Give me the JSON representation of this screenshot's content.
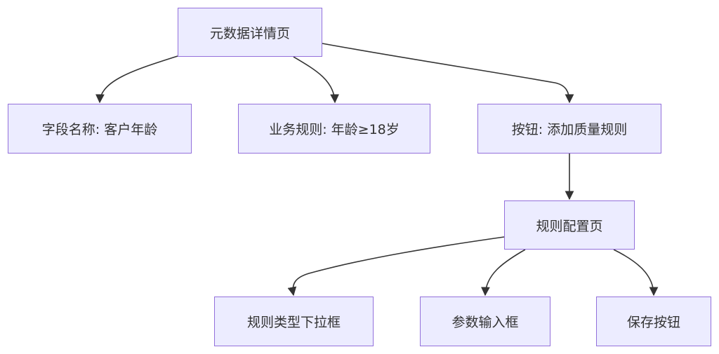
{
  "diagram": {
    "nodes": {
      "root": "元数据详情页",
      "field": "字段名称: 客户年龄",
      "business_rule": "业务规则: 年龄≥18岁",
      "add_button": "按钮: 添加质量规则",
      "rule_config": "规则配置页",
      "rule_type_dropdown": "规则类型下拉框",
      "param_input": "参数输入框",
      "save_button": "保存按钮"
    },
    "edges": [
      {
        "from": "root",
        "to": "field"
      },
      {
        "from": "root",
        "to": "business_rule"
      },
      {
        "from": "root",
        "to": "add_button"
      },
      {
        "from": "add_button",
        "to": "rule_config"
      },
      {
        "from": "rule_config",
        "to": "rule_type_dropdown"
      },
      {
        "from": "rule_config",
        "to": "param_input"
      },
      {
        "from": "rule_config",
        "to": "save_button"
      }
    ],
    "colors": {
      "node_fill": "#ececff",
      "node_border": "#9370db",
      "edge": "#333333",
      "text": "#333333"
    }
  }
}
